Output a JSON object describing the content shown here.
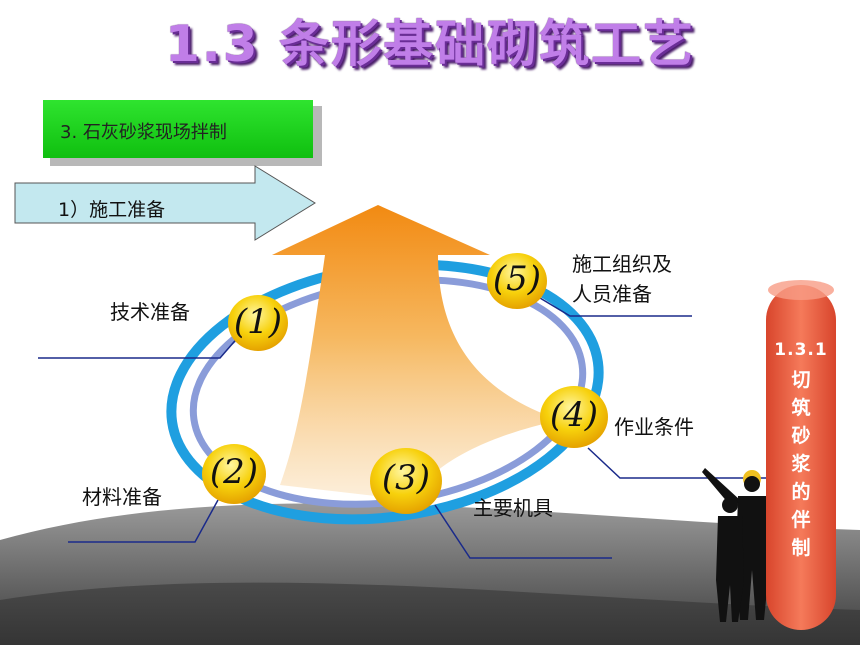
{
  "title": "1.3 条形基础砌筑工艺",
  "section": "3. 石灰砂浆现场拌制",
  "subsection": "1）施工准备",
  "steps": [
    {
      "num": "(1)",
      "label": "技术准备"
    },
    {
      "num": "(2)",
      "label": "材料准备"
    },
    {
      "num": "(3)",
      "label": "主要机具"
    },
    {
      "num": "(4)",
      "label": "作业条件"
    },
    {
      "num": "(5)",
      "label_line1": "施工组织及",
      "label_line2": "人员准备"
    }
  ],
  "side_tab": {
    "number": "1.3.1",
    "chars": [
      "切",
      "筑",
      "砂",
      "浆",
      "的",
      "伴",
      "制"
    ]
  },
  "colors": {
    "title_purple": "#c07ee8",
    "green_box": "#1ed61e",
    "arrow_box": "#bfe6ee",
    "ring_blue": "#1f9fe0",
    "ring_purple": "#8a9cd9",
    "oval_yellow": "#f7c800",
    "big_arrow_orange": "#f29a1e",
    "side_pill_red": "#e9543a",
    "bottom_gray": "#5a5a5a"
  }
}
